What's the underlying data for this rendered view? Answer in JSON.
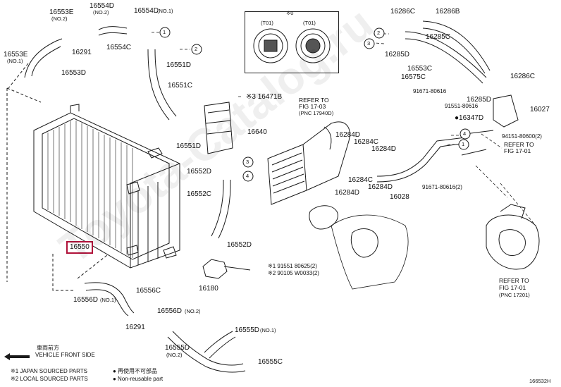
{
  "inset": {
    "marker": "※0",
    "left_code": "(T01)",
    "right_code": "(T01)"
  },
  "part_labels": {
    "p16553E_top": "16553E",
    "p16553E_top_note": "(NO.2)",
    "p16554D_top": "16554D",
    "p16554D_top_note": "(NO.2)",
    "p16554D_right": "16554D",
    "p16554D_right_note": "(NO.1)",
    "p16291_top": "16291",
    "p16553E_left": "16553E",
    "p16553E_left_note": "(NO.1)",
    "p16554C": "16554C",
    "p16553D": "16553D",
    "p16551D_top": "16551D",
    "p16551C": "16551C",
    "p16471B": "※3 16471B",
    "p16640": "16640",
    "p16551D_mid": "16551D",
    "p16552D_top": "16552D",
    "p16552C": "16552C",
    "p16550": "16550",
    "p16552D_bottom": "16552D",
    "p16180": "16180",
    "bolt_1": "※1 91551 80625(2)",
    "bolt_2": "※2 90105 W0033(2)",
    "p16556C": "16556C",
    "p16556D": "16556D",
    "p16556D_note": "(NO.1)",
    "p16556D_right": "16556D",
    "p16556D_right_note": "(NO.2)",
    "p16291_bottom": "16291",
    "p16555D_bottom": "16555D",
    "p16555D_bottom_note": "(NO.2)",
    "p16555D_right": "16555D",
    "p16555D_right_note": "(NO.1)",
    "p16555C": "16555C",
    "ref_center_1": "REFER TO",
    "ref_center_2": "FIG 17-03",
    "ref_center_3": "(PNC 17940D)",
    "p16284D_a": "16284D",
    "p16284C_a": "16284C",
    "p16284D_b": "16284D",
    "p16284D_c": "16284D",
    "p16284C_b": "16284C",
    "p16284D_d": "16284D",
    "p16028": "16028",
    "p91671_bottom": "91671-80616(2)",
    "p16286C_top": "16286C",
    "p16286B": "16286B",
    "p16285C": "16285C",
    "p16285D_top": "16285D",
    "p16553C": "16553C",
    "p16575C": "16575C",
    "p16286C_right": "16286C",
    "p91671_top": "91671-80616",
    "p91551_top": "91551-80616",
    "p16285D_mid": "16285D",
    "p16027": "16027",
    "p16347D": "●16347D",
    "p94151": "94151-80600(2)",
    "ref_fig_17_01_top_1": "REFER TO",
    "ref_fig_17_01_top_2": "FIG 17-01",
    "ref_bottom_1": "REFER TO",
    "ref_bottom_2": "FIG 17-01",
    "ref_bottom_3": "(PNC 17201)"
  },
  "callouts": [
    "1",
    "2",
    "3",
    "4",
    "2",
    "3",
    "4",
    "1"
  ],
  "legend": {
    "direction_jp": "車両前方",
    "direction_en": "VEHICLE FRONT SIDE",
    "note1_en": "※1 JAPAN SOURCED PARTS",
    "note2_en": "※2 LOCAL SOURCED PARTS",
    "note1_jp": "● 再使用不可部品",
    "note2_en_right": "● Non-reusable part",
    "code": "166532H"
  },
  "watermark": "Toyota-Catalog.ru",
  "colors": {
    "line": "#1a1a1a",
    "highlight": "#b0123a"
  }
}
